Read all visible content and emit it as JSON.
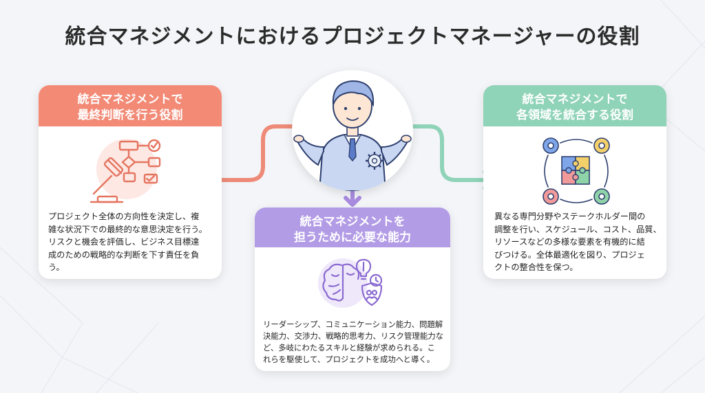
{
  "title": "統合マネジメントにおけるプロジェクトマネージャーの役割",
  "colors": {
    "left": "#f28a76",
    "right": "#8fd3b8",
    "center": "#b39ce6",
    "left_arrow": "#ee8a78",
    "right_arrow": "#8fd3b8",
    "down_arrow": "#a98be0"
  },
  "center_figure": {
    "icon": "project-manager-icon"
  },
  "left_card": {
    "heading": [
      "統合マネジメントで",
      "最終判断を行う役割"
    ],
    "icon": "gavel-flowchart-icon",
    "body": [
      "プロジェクト全体の方向性を決定し、複",
      "雑な状況下での最終的な意思決定を行う。",
      "リスクと機会を評価し、ビジネス目標達",
      "成のための戦略的な判断を下す責任を負",
      "う。"
    ]
  },
  "right_card": {
    "heading": [
      "統合マネジメントで",
      "各領域を統合する役割"
    ],
    "icon": "puzzle-gears-icon",
    "body": [
      "異なる専門分野やステークホルダー間の",
      "調整を行い、スケジュール、コスト、品質、",
      "リソースなどの多様な要素を有機的に結",
      "びつける。全体最適化を図り、プロジェ",
      "クトの整合性を保つ。"
    ]
  },
  "center_card": {
    "heading": [
      "統合マネジメントを",
      "担うために必要な能力"
    ],
    "icon": "brain-skills-icon",
    "body": [
      "リーダーシップ、コミュニケーション能力、問題解",
      "決能力、交渉力、戦略的思考力、リスク管理能力な",
      "ど、多岐にわたるスキルと経験が求められる。こ",
      "れらを駆使して、プロジェクトを成功へと導く。"
    ]
  }
}
